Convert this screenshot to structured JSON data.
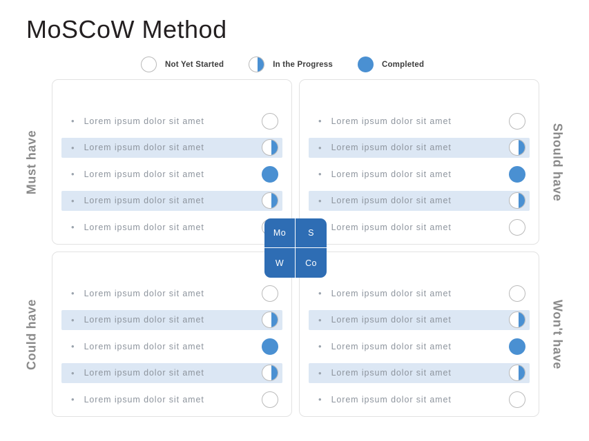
{
  "title": "MoSCoW Method",
  "legend": {
    "items": [
      {
        "id": "not-yet-started",
        "label": "Not Yet Started",
        "state": "empty"
      },
      {
        "id": "in-the-progress",
        "label": "In the Progress",
        "state": "half"
      },
      {
        "id": "completed",
        "label": "Completed",
        "state": "full"
      }
    ]
  },
  "colors": {
    "accent_blue": "#4a90d2",
    "badge_blue": "#2e6db4",
    "row_tint": "#dce7f4",
    "panel_border": "#e2e2e2",
    "text_gray": "#8d949d",
    "label_gray": "#8a8a8a",
    "title_black": "#231f20"
  },
  "quadrants": [
    {
      "id": "must-have",
      "label": "Must have",
      "label_side": "left",
      "rows": [
        {
          "text": "Lorem  ipsum  dolor  sit  amet",
          "state": "empty",
          "tinted": false
        },
        {
          "text": "Lorem  ipsum  dolor  sit amet",
          "state": "half",
          "tinted": true
        },
        {
          "text": "Lorem  ipsum  dolor  sit  amet",
          "state": "full",
          "tinted": false
        },
        {
          "text": "Lorem  ipsum  dolor  sit amet",
          "state": "half",
          "tinted": true
        },
        {
          "text": "Lorem  ipsum  dolor  sit  amet",
          "state": "empty",
          "tinted": false
        }
      ]
    },
    {
      "id": "should-have",
      "label": "Should have",
      "label_side": "right",
      "rows": [
        {
          "text": "Lorem  ipsum  dolor  sit  amet",
          "state": "empty",
          "tinted": false
        },
        {
          "text": "Lorem  ipsum  dolor  sit amet",
          "state": "half",
          "tinted": true
        },
        {
          "text": "Lorem  ipsum  dolor  sit  amet",
          "state": "full",
          "tinted": false
        },
        {
          "text": "Lorem  ipsum  dolor  sit amet",
          "state": "half",
          "tinted": true
        },
        {
          "text": "Lorem  ipsum  dolor  sit  amet",
          "state": "empty",
          "tinted": false
        }
      ]
    },
    {
      "id": "could-have",
      "label": "Could have",
      "label_side": "left",
      "rows": [
        {
          "text": "Lorem  ipsum  dolor  sit  amet",
          "state": "empty",
          "tinted": false
        },
        {
          "text": "Lorem  ipsum  dolor  sit amet",
          "state": "half",
          "tinted": true
        },
        {
          "text": "Lorem  ipsum  dolor  sit  amet",
          "state": "full",
          "tinted": false
        },
        {
          "text": "Lorem  ipsum  dolor  sit amet",
          "state": "half",
          "tinted": true
        },
        {
          "text": "Lorem  ipsum  dolor  sit  amet",
          "state": "empty",
          "tinted": false
        }
      ]
    },
    {
      "id": "wont-have",
      "label": "Won't have",
      "label_side": "right",
      "rows": [
        {
          "text": "Lorem  ipsum  dolor  sit  amet",
          "state": "empty",
          "tinted": false
        },
        {
          "text": "Lorem  ipsum  dolor  sit amet",
          "state": "half",
          "tinted": true
        },
        {
          "text": "Lorem  ipsum  dolor  sit  amet",
          "state": "full",
          "tinted": false
        },
        {
          "text": "Lorem  ipsum  dolor  sit amet",
          "state": "half",
          "tinted": true
        },
        {
          "text": "Lorem  ipsum  dolor  sit  amet",
          "state": "empty",
          "tinted": false
        }
      ]
    }
  ],
  "center_badge": {
    "cells": [
      {
        "id": "mo",
        "label": "Mo"
      },
      {
        "id": "s",
        "label": "S"
      },
      {
        "id": "w",
        "label": "W"
      },
      {
        "id": "co",
        "label": "Co"
      }
    ]
  },
  "bullet_glyph": "•"
}
